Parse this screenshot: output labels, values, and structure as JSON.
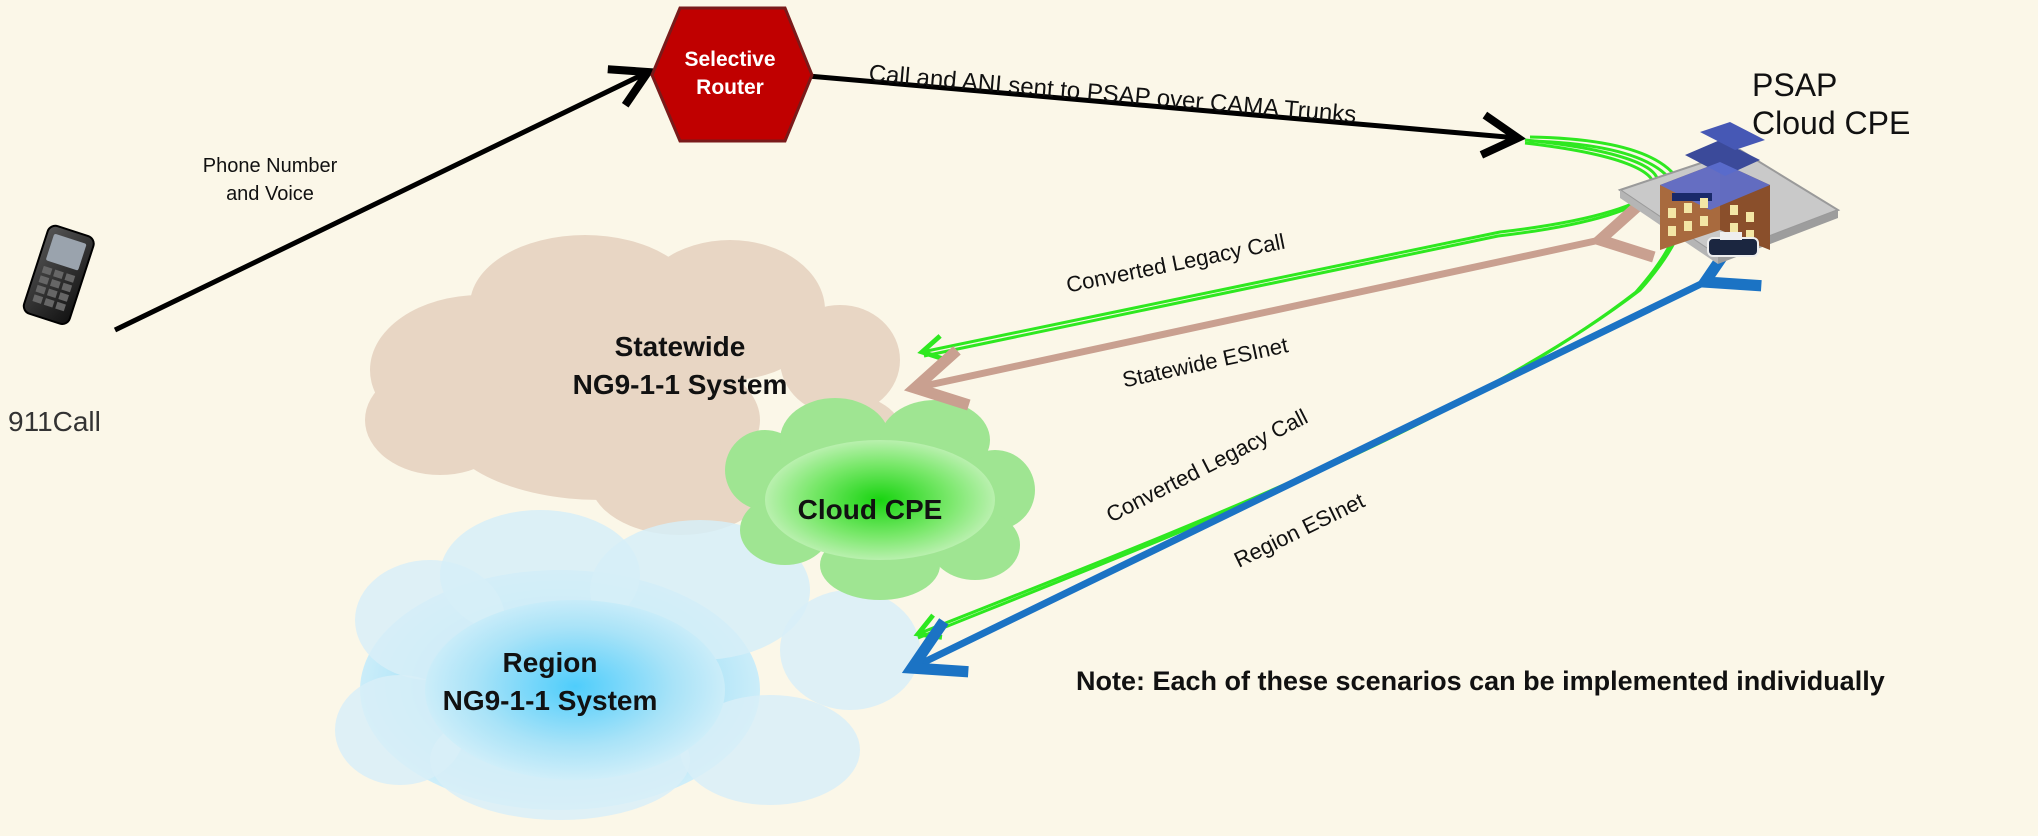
{
  "phone": {
    "label": "911Call"
  },
  "edge_labels": {
    "phone_to_router": "Phone Number\nand Voice",
    "router_to_psap": "Call and ANI sent to PSAP over CAMA Trunks",
    "converted_legacy_statewide": "Converted Legacy Call",
    "statewide_esinet": "Statewide ESInet",
    "converted_legacy_region": "Converted Legacy Call",
    "region_esinet": "Region ESInet"
  },
  "nodes": {
    "selective_router": "Selective\nRouter",
    "psap": "PSAP\nCloud CPE",
    "statewide": "Statewide\nNG9-1-1 System",
    "cloud_cpe": "Cloud CPE",
    "region": "Region\nNG9-1-1 System"
  },
  "note": "Note: Each of these scenarios can be implemented individually",
  "colors": {
    "background": "#fbf7e8",
    "router": "#c00000",
    "green_line": "#2ee820",
    "tan_line": "#c9a090",
    "blue_line": "#1b73c4",
    "statewide_cloud": "#e6d4c2",
    "cloud_cpe": "#27d81f",
    "region_cloud": "#5ecdf7"
  },
  "icons": [
    "mobile-phone-icon",
    "police-station-icon"
  ]
}
